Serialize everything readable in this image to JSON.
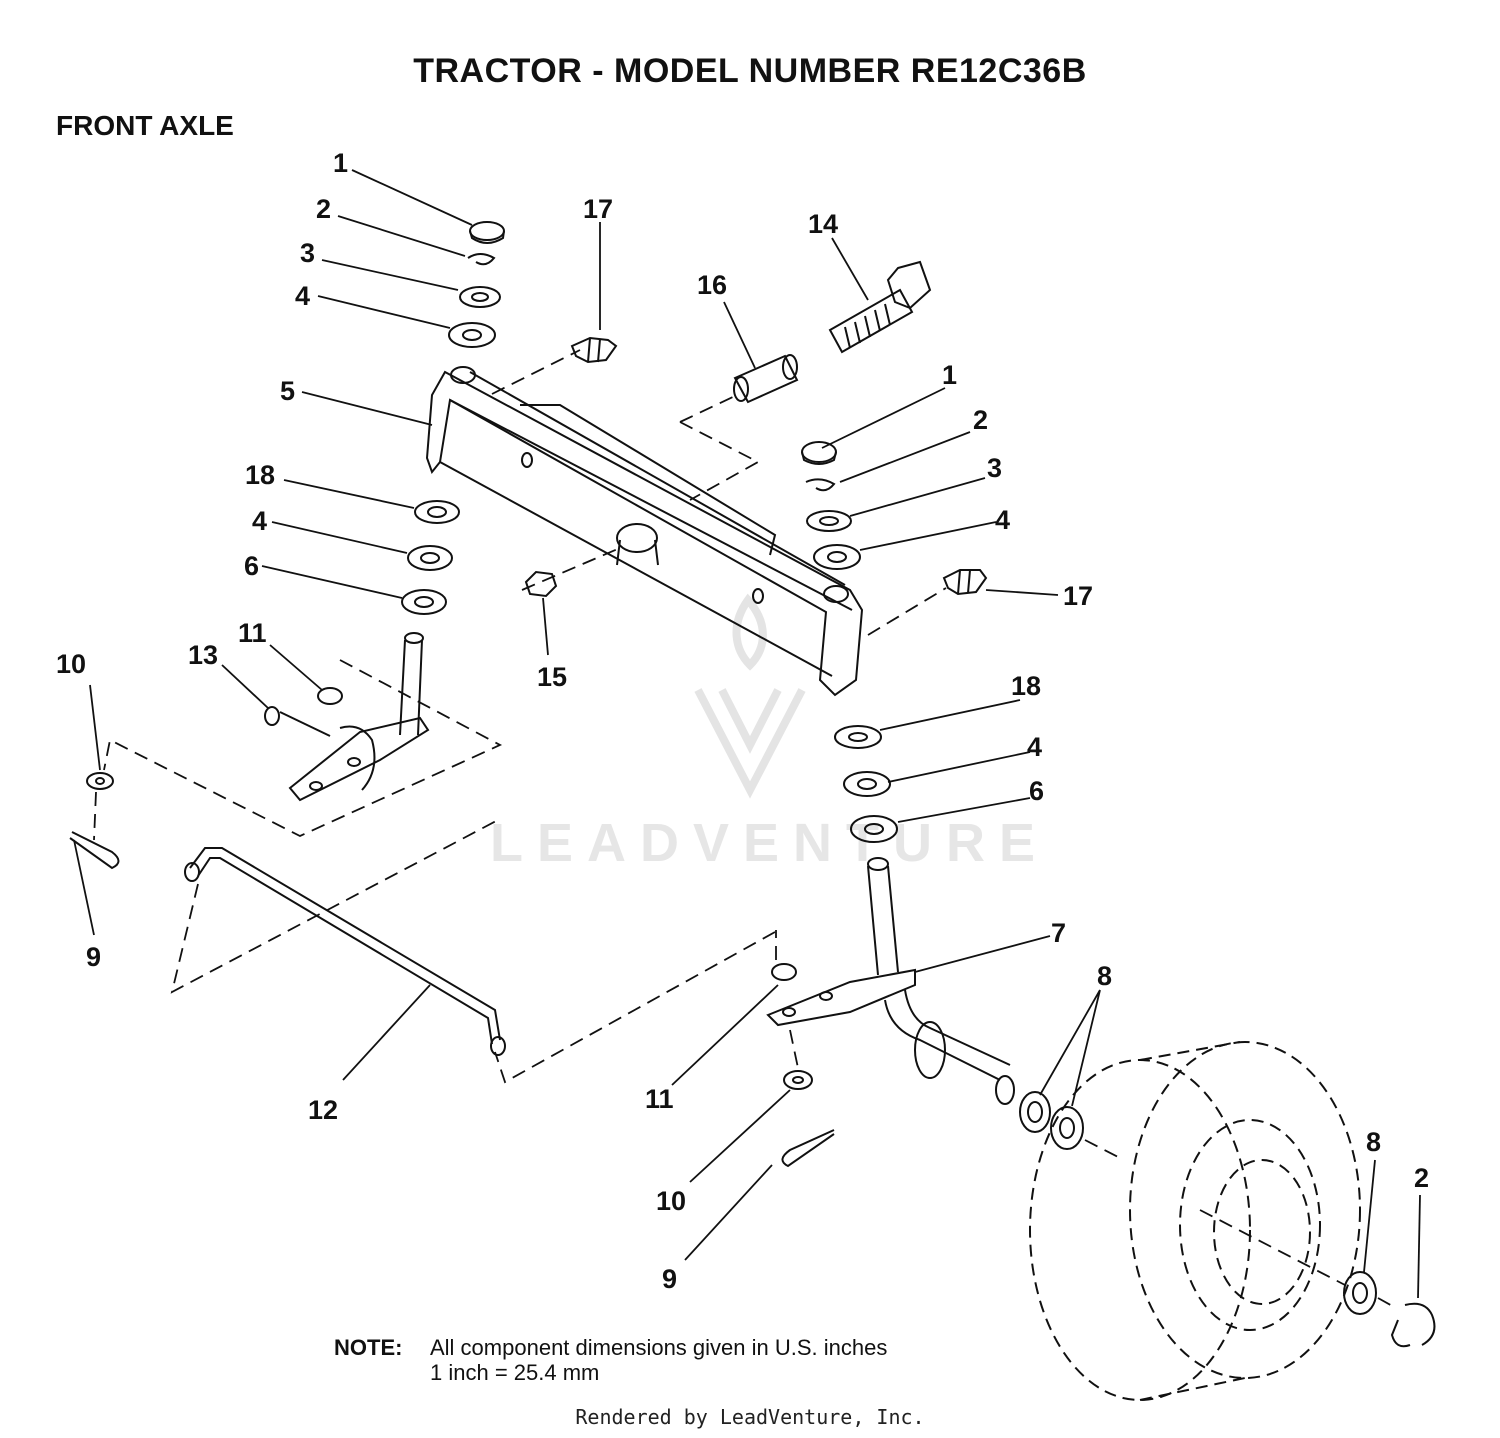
{
  "header": {
    "title": "TRACTOR  - MODEL NUMBER RE12C36B",
    "section": "FRONT AXLE"
  },
  "watermark": {
    "text": "LEADVENTURE",
    "icon": "leadventure-logo-icon",
    "color": "#e6e6e6"
  },
  "callouts": {
    "c1a": "1",
    "c2a": "2",
    "c3a": "3",
    "c4a": "4",
    "c5": "5",
    "c18a": "18",
    "c4b": "4",
    "c6a": "6",
    "c11a": "11",
    "c13": "13",
    "c10a": "10",
    "c9a": "9",
    "c17a": "17",
    "c16": "16",
    "c14": "14",
    "c15": "15",
    "c1b": "1",
    "c2b": "2",
    "c3b": "3",
    "c4c": "4",
    "c17b": "17",
    "c18b": "18",
    "c4d": "4",
    "c6b": "6",
    "c7": "7",
    "c8a": "8",
    "c12": "12",
    "c11b": "11",
    "c10b": "10",
    "c9b": "9",
    "c8b": "8",
    "c2c": "2"
  },
  "note": {
    "label": "NOTE:",
    "line1": "All component dimensions given in U.S. inches",
    "line2": "1 inch = 25.4 mm"
  },
  "footer": "Rendered by LeadVenture, Inc."
}
